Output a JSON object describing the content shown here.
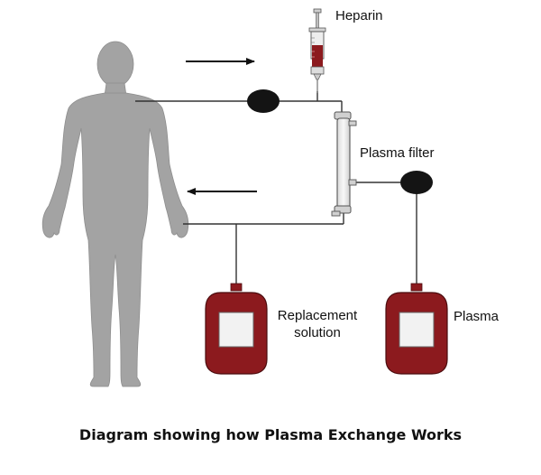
{
  "labels": {
    "heparin": "Heparin",
    "plasma_filter": "Plasma filter",
    "replacement_line1": "Replacement",
    "replacement_line2": "solution",
    "plasma": "Plasma"
  },
  "caption": "Diagram showing how Plasma Exchange Works",
  "colors": {
    "body": "#a3a3a3",
    "bag": "#8c1a1e",
    "bag_window": "#f2f2f2",
    "pump": "#141414",
    "tubing": "#333333",
    "syringe_fill": "#8c1a1e"
  }
}
